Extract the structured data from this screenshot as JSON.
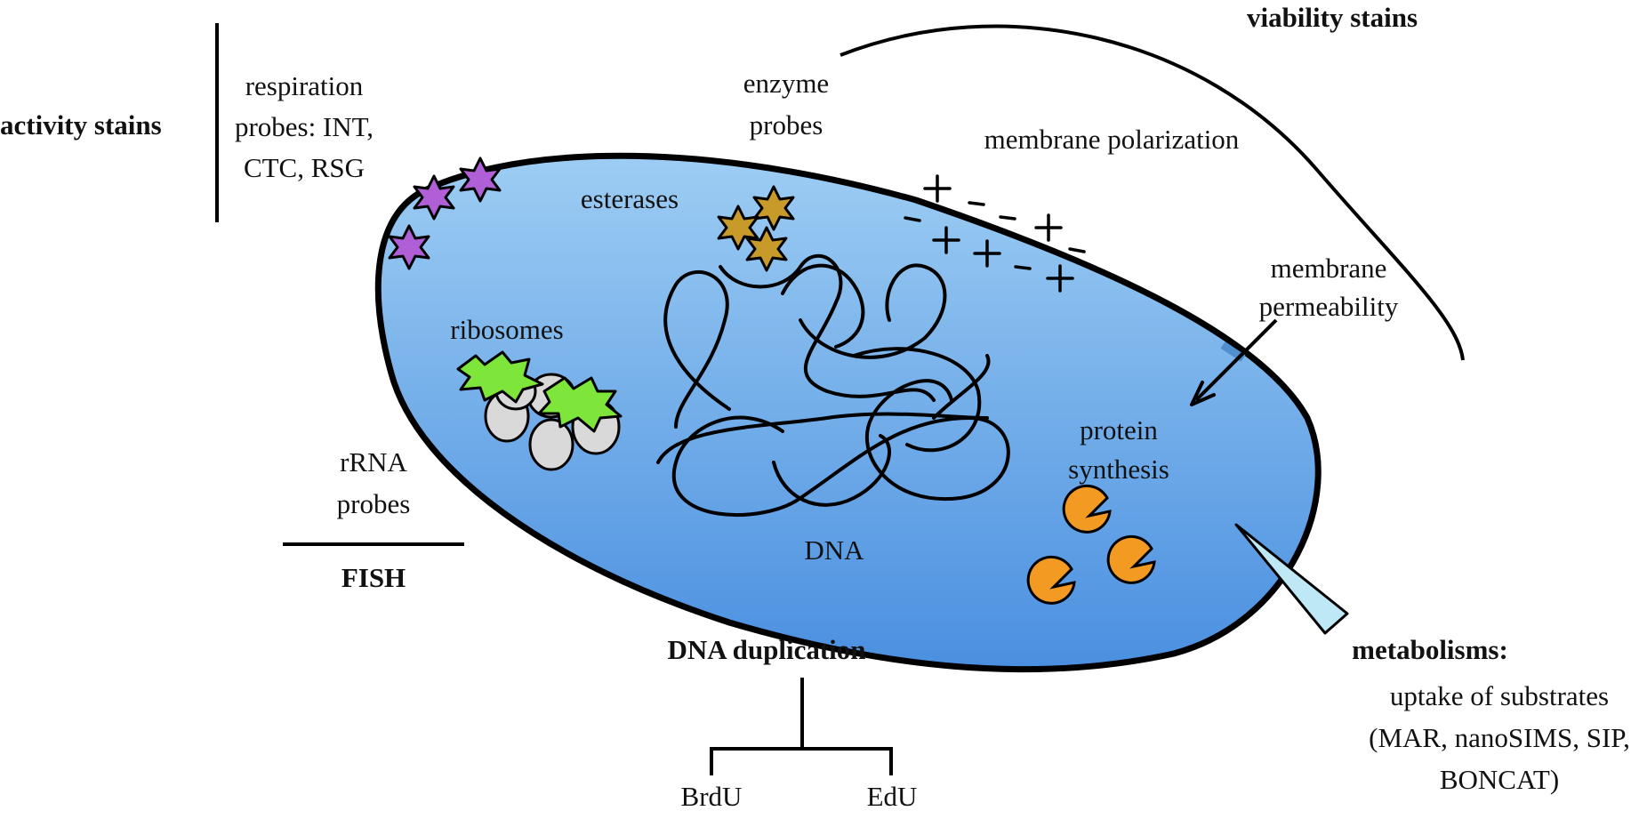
{
  "labels": {
    "activity_stains": "activity stains",
    "respiration_probes": [
      "respiration",
      "probes: INT,",
      "CTC, RSG"
    ],
    "enzyme_probes": [
      "enzyme",
      "probes"
    ],
    "viability_stains": "viability stains",
    "membrane_polarization": "membrane polarization",
    "esterases": "esterases",
    "membrane_permeability": [
      "membrane",
      "permeability"
    ],
    "ribosomes": "ribosomes",
    "protein_synthesis": [
      "protein",
      "synthesis"
    ],
    "rrna_probes": [
      "rRNA",
      "probes"
    ],
    "fish": "FISH",
    "dna": "DNA",
    "dna_duplication": "DNA duplication",
    "brdu": "BrdU",
    "edu": "EdU",
    "metabolisms": "metabolisms:",
    "uptake": [
      "uptake of substrates",
      "(MAR, nanoSIMS, SIP,",
      "BONCAT)"
    ],
    "charges": [
      "+",
      "-",
      "-",
      "+",
      "-",
      "+",
      "+",
      "-",
      "+",
      "-"
    ]
  },
  "colors": {
    "cell_top": "#9dcdf3",
    "cell_bottom": "#4a8fe0",
    "cell_outline": "#000000",
    "respiration_star": "#b05fd6",
    "esterase_star": "#c79a2a",
    "ribosome_body": "#d9d9d9",
    "ribosome_spiky": "#7ee63a",
    "protein_pacman": "#f39a22",
    "uptake_channel": "#bfe8f7",
    "permeability_patch": "#4f8fcf"
  }
}
